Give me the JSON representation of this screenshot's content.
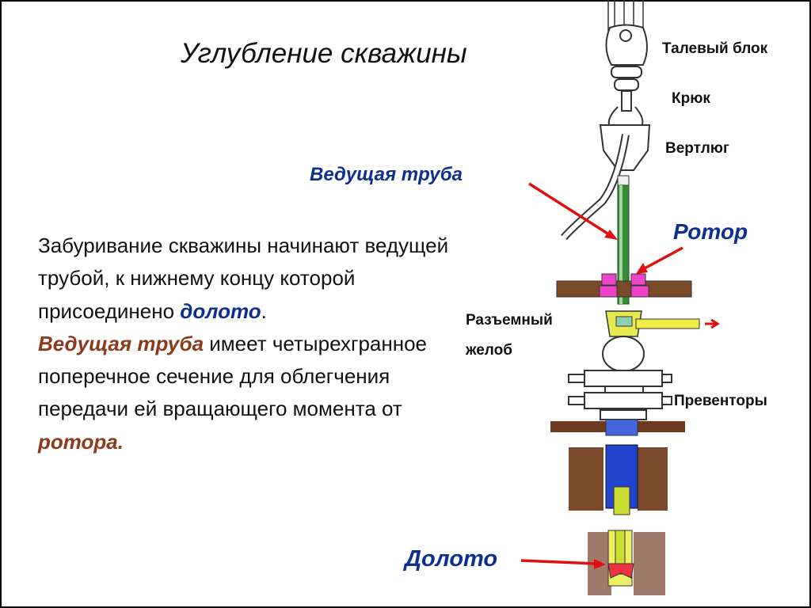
{
  "title": "Углубление скважины",
  "body": {
    "line1": "Забуривание скважины начинают ведущей трубой, к нижнему концу которой присоединено",
    "term_doloto": "долото",
    "period": ".",
    "term_kelly": "Ведущая труба",
    "line2": " имеет четырехгранное поперечное сечение для облегчения передачи ей вращающего момента от ",
    "term_rotor": "ротора."
  },
  "labels": {
    "travelling_block": "Талевый блок",
    "hook": "Крюк",
    "swivel": "Вертлюг",
    "kelly": "Ведущая труба",
    "rotor": "Ротор",
    "split_chute_1": "Разъемный",
    "split_chute_2": "желоб",
    "preventers": "Превенторы",
    "bit": "Долото"
  },
  "colors": {
    "callout": "#0d2f8f",
    "emphasis": "#8b3a1a",
    "arrow": "#e01010"
  }
}
